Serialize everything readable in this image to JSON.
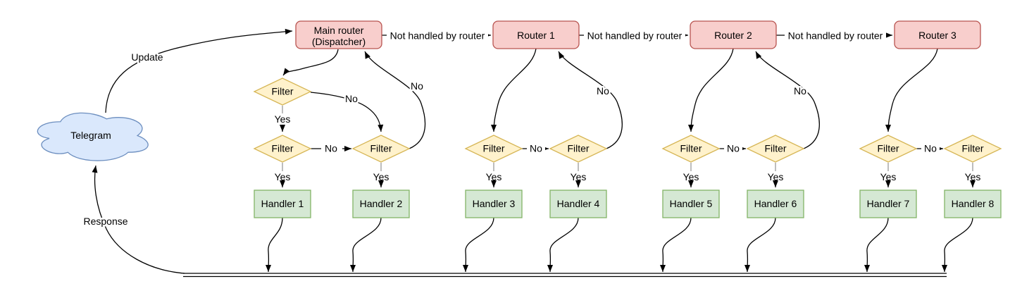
{
  "diagram": {
    "telegram": "Telegram",
    "dispatcher_line1": "Main router",
    "dispatcher_line2": "(Dispatcher)",
    "routers": [
      "Router 1",
      "Router 2",
      "Router 3"
    ],
    "handlers": [
      "Handler 1",
      "Handler 2",
      "Handler 3",
      "Handler 4",
      "Handler 5",
      "Handler 6",
      "Handler 7",
      "Handler 8"
    ],
    "filter": "Filter",
    "labels": {
      "update": "Update",
      "response": "Response",
      "not_handled": "Not handled by router",
      "yes": "Yes",
      "no": "No"
    },
    "colors": {
      "router_fill": "#f8cecc",
      "router_stroke": "#b85450",
      "filter_fill": "#fff2cc",
      "filter_stroke": "#d6b656",
      "handler_fill": "#d5e8d4",
      "handler_stroke": "#82b366",
      "cloud_fill": "#dae8fc",
      "cloud_stroke": "#6c8ebf",
      "edge": "#000000",
      "stub": "#999999"
    }
  }
}
